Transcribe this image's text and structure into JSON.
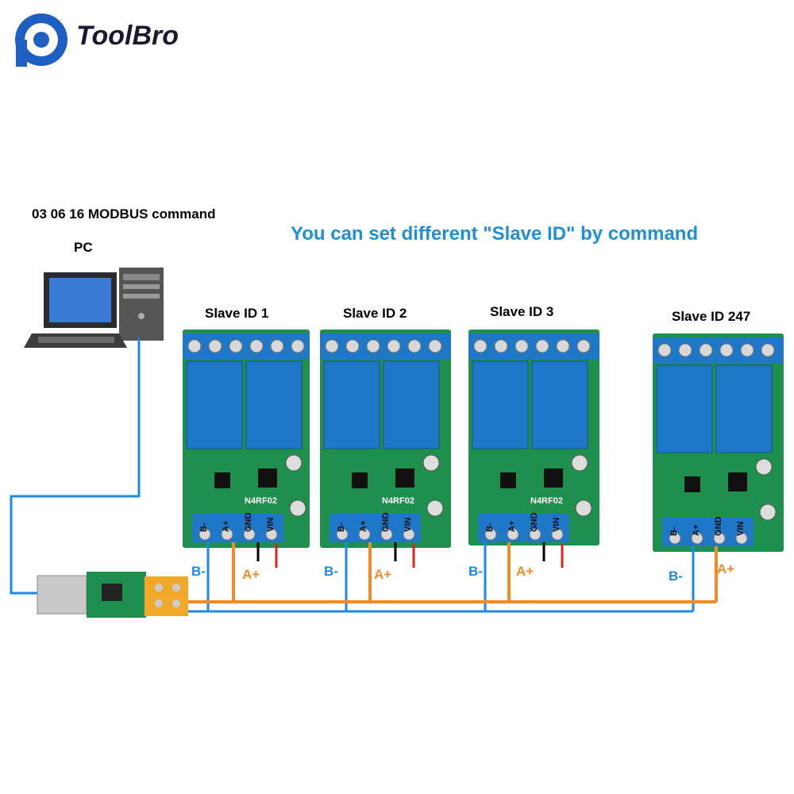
{
  "brand": {
    "name": "ToolBro",
    "colors": {
      "blue": "#1e5fc4",
      "dark": "#1a1a2e"
    }
  },
  "texts": {
    "command": "03 06 16 MODBUS command",
    "pc": "PC",
    "headline": "You can set different \"Slave ID\" by command"
  },
  "slaves": [
    {
      "label": "Slave ID 1",
      "b_label": "B-",
      "a_label": "A+",
      "board": "N4RF02"
    },
    {
      "label": "Slave ID 2",
      "b_label": "B-",
      "a_label": "A+",
      "board": "N4RF02"
    },
    {
      "label": "Slave ID 3",
      "b_label": "B-",
      "a_label": "A+",
      "board": "N4RF02"
    },
    {
      "label": "Slave ID 247",
      "b_label": "B-",
      "a_label": "A+",
      "board": ""
    }
  ],
  "terminals": [
    "B-",
    "A+",
    "GND",
    "VIN"
  ],
  "wire_colors": {
    "bus_b": "#1e88e5",
    "bus_a": "#f28c28",
    "pcb": "#1f8f4e",
    "relay": "#1f77c8"
  }
}
